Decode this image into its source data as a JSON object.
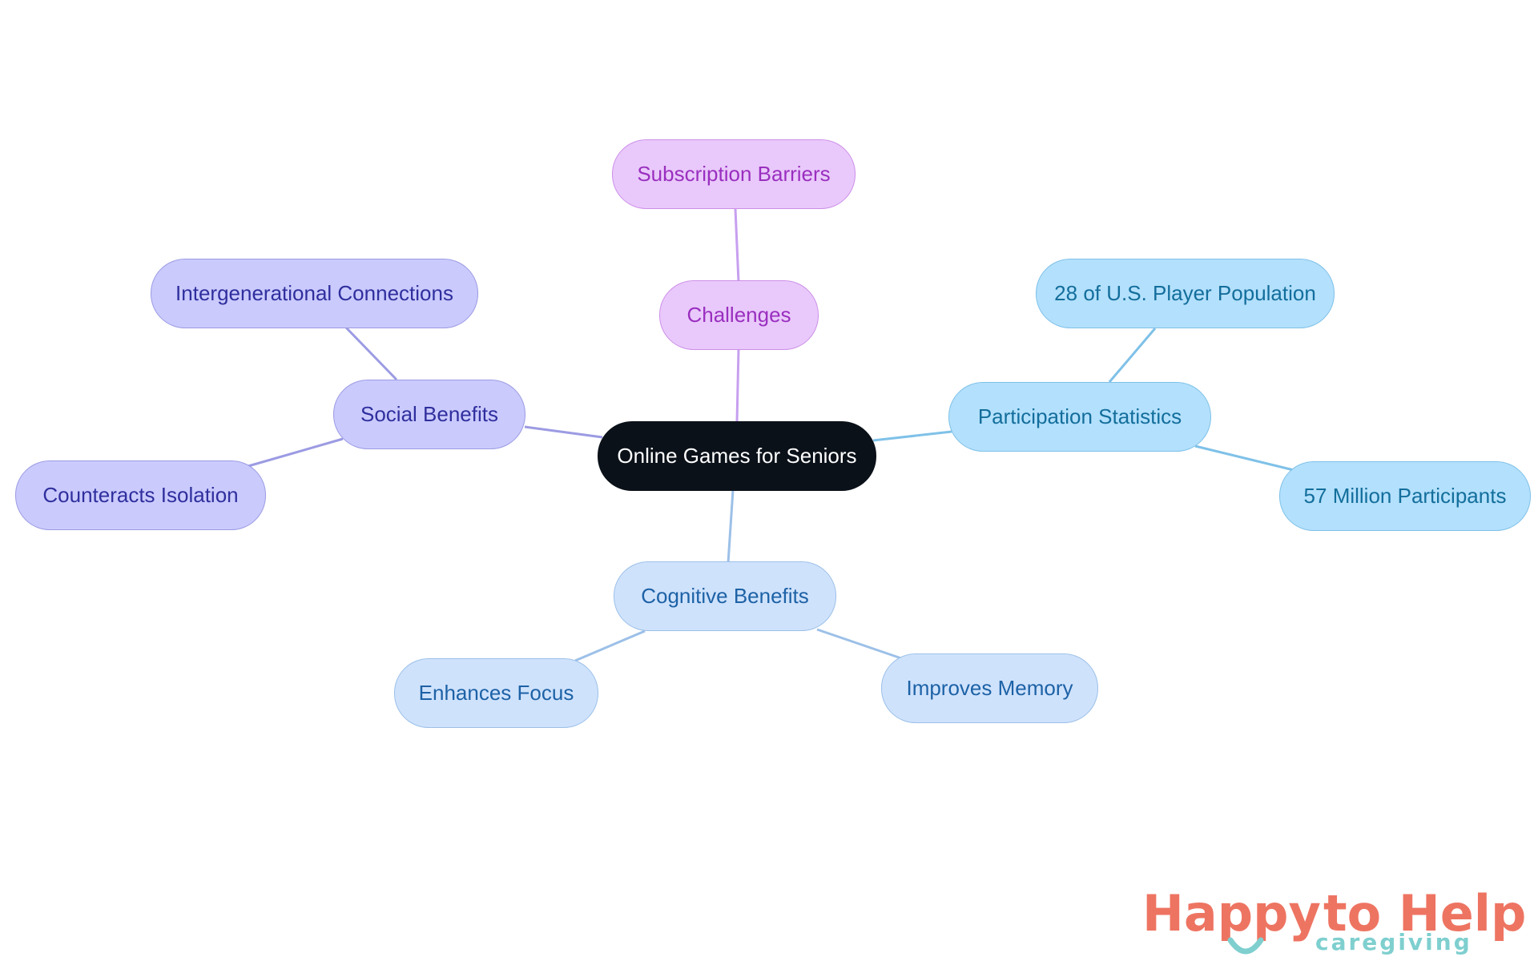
{
  "mindmap": {
    "center": "Online Games for Seniors",
    "branches": {
      "challenges": {
        "label": "Challenges",
        "children": [
          "Subscription Barriers"
        ]
      },
      "social_benefits": {
        "label": "Social Benefits",
        "children": [
          "Intergenerational Connections",
          "Counteracts Isolation"
        ]
      },
      "participation_statistics": {
        "label": "Participation Statistics",
        "children": [
          "28 of U.S. Player Population",
          "57 Million Participants"
        ]
      },
      "cognitive_benefits": {
        "label": "Cognitive Benefits",
        "children": [
          "Enhances Focus",
          "Improves Memory"
        ]
      }
    }
  },
  "logo": {
    "word1": "Happy",
    "word2": "to Help",
    "subtitle": "caregiving",
    "colors": {
      "coral": "#ee7462",
      "teal": "#7fcfcf"
    }
  },
  "colors": {
    "center": "#0b1119",
    "challenges": "#e9c9fb",
    "social": "#cacafd",
    "participation": "#b3e0fc",
    "cognitive": "#cfe2fc"
  }
}
